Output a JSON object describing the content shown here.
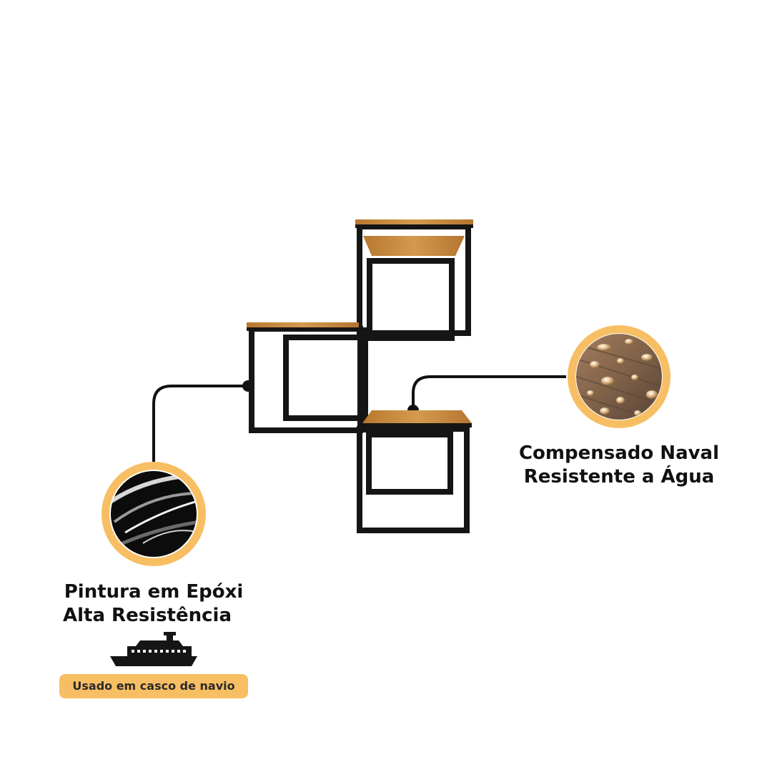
{
  "features": {
    "right": {
      "line1": "Compensado Naval",
      "line2": "Resistente a Água"
    },
    "left": {
      "line1": "Pintura em Epóxi",
      "line2": "Alta Resistência"
    }
  },
  "badge": {
    "text": "Usado em casco de navio"
  },
  "icons": {
    "right_circle": "water-drops-wood-icon",
    "left_circle": "glossy-epoxy-icon",
    "ship": "ship-icon"
  },
  "colors": {
    "accent": "#F7BE63",
    "frame": "#151515",
    "wood": "#C8893E"
  }
}
